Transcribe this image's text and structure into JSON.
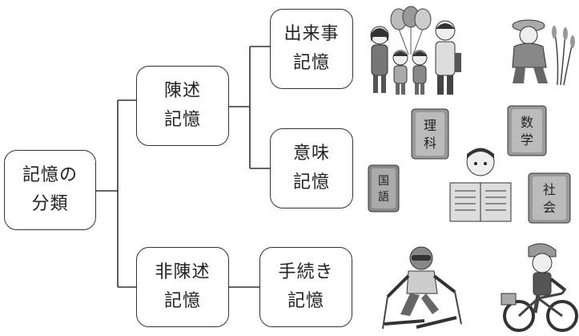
{
  "nodes": {
    "root": {
      "line1": "記憶の",
      "line2": "分類"
    },
    "declarative": {
      "line1": "陳述",
      "line2": "記憶"
    },
    "nondeclarative": {
      "line1": "非陳述",
      "line2": "記憶"
    },
    "episodic": {
      "line1": "出来事",
      "line2": "記憶"
    },
    "semantic": {
      "line1": "意味",
      "line2": "記憶"
    },
    "procedural": {
      "line1": "手続き",
      "line2": "記憶"
    }
  },
  "illustrations": {
    "book_rika": {
      "label1": "理",
      "label2": "科"
    },
    "book_sugaku": {
      "label1": "数",
      "label2": "学"
    },
    "book_kokugo": {
      "label1": "国",
      "label2": "語"
    },
    "book_shakai": {
      "label1": "社",
      "label2": "会"
    },
    "icons": [
      "family-icon",
      "farmer-harvest-icon",
      "student-reading-icon",
      "skier-icon",
      "cyclist-icon"
    ]
  }
}
